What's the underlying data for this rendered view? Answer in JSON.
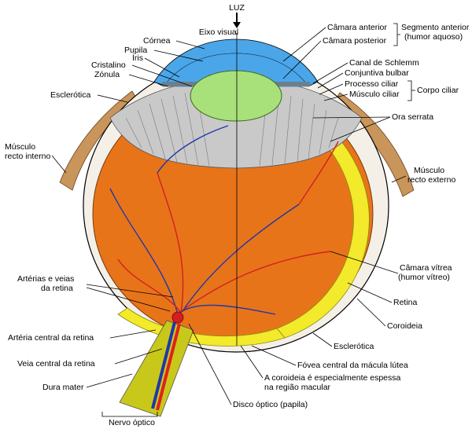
{
  "diagram": {
    "light_label": "LUZ",
    "labels": {
      "eixo_visual": "Eixo visual",
      "cornea": "Córnea",
      "pupila": "Pupila",
      "iris": "Íris",
      "cristalino": "Cristalino",
      "zonula": "Zónula",
      "esclerotica_top": "Esclerótica",
      "musculo_recto_interno_1": "Músculo",
      "musculo_recto_interno_2": "recto interno",
      "camara_anterior": "Câmara anterior",
      "camara_posterior": "Câmara posterior",
      "segmento_anterior_1": "Segmento anterior",
      "segmento_anterior_2": "(humor aquoso)",
      "canal_schlemm": "Canal de Schlemm",
      "conjuntiva_bulbar": "Conjuntiva bulbar",
      "processo_ciliar": "Processo ciliar",
      "musculo_ciliar": "Músculo ciliar",
      "corpo_ciliar": "Corpo ciliar",
      "ora_serrata": "Ora serrata",
      "musculo_recto_externo_1": "Músculo",
      "musculo_recto_externo_2": "recto externo",
      "camara_vitrea_1": "Câmara vítrea",
      "camara_vitrea_2": "(humor vítreo)",
      "arterias_veias_1": "Artérias e veias",
      "arterias_veias_2": "da retina",
      "retina": "Retina",
      "coroideia": "Coroideia",
      "esclerotica_bottom": "Esclerótica",
      "arteria_central": "Artéria central da retina",
      "veia_central": "Veia central da retina",
      "fovea": "Fóvea central da mácula lútea",
      "dura_mater": "Dura mater",
      "coroideia_nota_1": "A coroideia é especialmente espessa",
      "coroideia_nota_2": "na região macular",
      "disco_optico": "Disco óptico (papila)",
      "nervo_optico": "Nervo óptico"
    },
    "colors": {
      "eyeball": "#e8741a",
      "retina": "#f2ea2a",
      "cornea": "#4aa6e8",
      "lens": "#a8e07a",
      "ciliary": "#c9c9c9",
      "artery": "#e02020",
      "vein": "#2038a8",
      "nerve": "#c8c81a"
    }
  }
}
